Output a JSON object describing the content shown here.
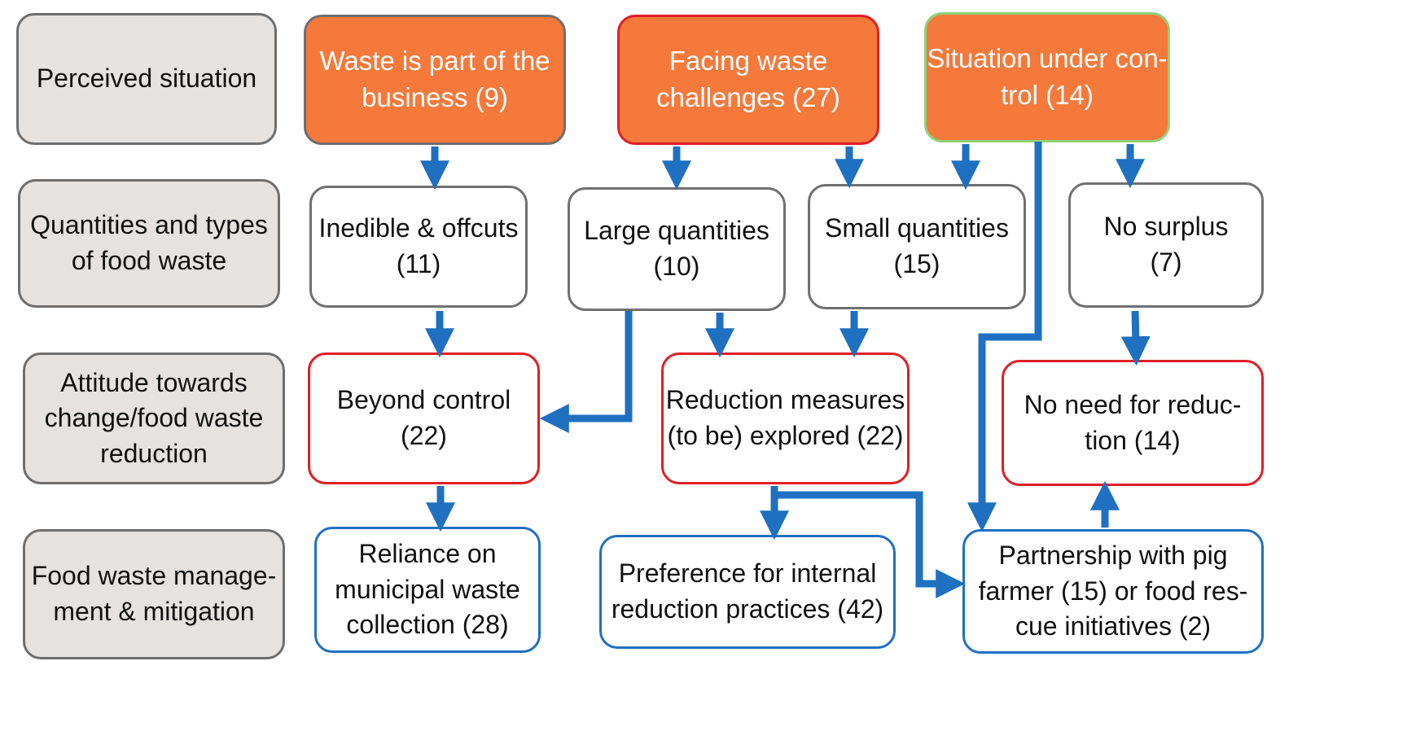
{
  "rows": {
    "perceived": "Perceived situation",
    "quantities": "Quantities and types\nof food waste",
    "attitude": "Attitude towards\nchange/food waste\nreduction",
    "management": "Food waste manage-\nment & mitigation"
  },
  "situation": {
    "part_of_business": "Waste is part of the\nbusiness (9)",
    "facing_challenges": "Facing waste\nchallenges (27)",
    "under_control": "Situation under con-\ntrol (14)"
  },
  "quantities": {
    "inedible": "Inedible & offcuts\n(11)",
    "large": "Large quantities\n(10)",
    "small": "Small quantities\n(15)",
    "no_surplus": "No surplus\n(7)"
  },
  "attitude": {
    "beyond_control": "Beyond control\n(22)",
    "reduction_explored": "Reduction measures\n(to be) explored (22)",
    "no_need": "No need for reduc-\ntion (14)"
  },
  "management": {
    "municipal": "Reliance on\nmunicipal waste\ncollection (28)",
    "internal": "Preference for internal\nreduction practices (42)",
    "partnership": "Partnership with pig\nfarmer (15) or food res-\ncue initiatives (2)"
  },
  "colors": {
    "orange": "#f4793b",
    "arrow_blue": "#1f70c1",
    "red_border": "#e01e26",
    "grey_fill": "#e5e2df"
  }
}
